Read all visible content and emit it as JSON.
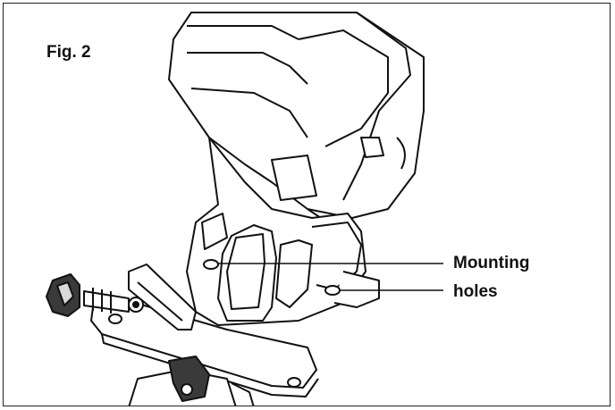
{
  "figure": {
    "label": "Fig. 2",
    "callouts": [
      "Mounting",
      "holes"
    ]
  },
  "colors": {
    "line": "#111111",
    "fill": "#ffffff",
    "shade": "#d9d9d9",
    "dark": "#3a3a3a"
  }
}
